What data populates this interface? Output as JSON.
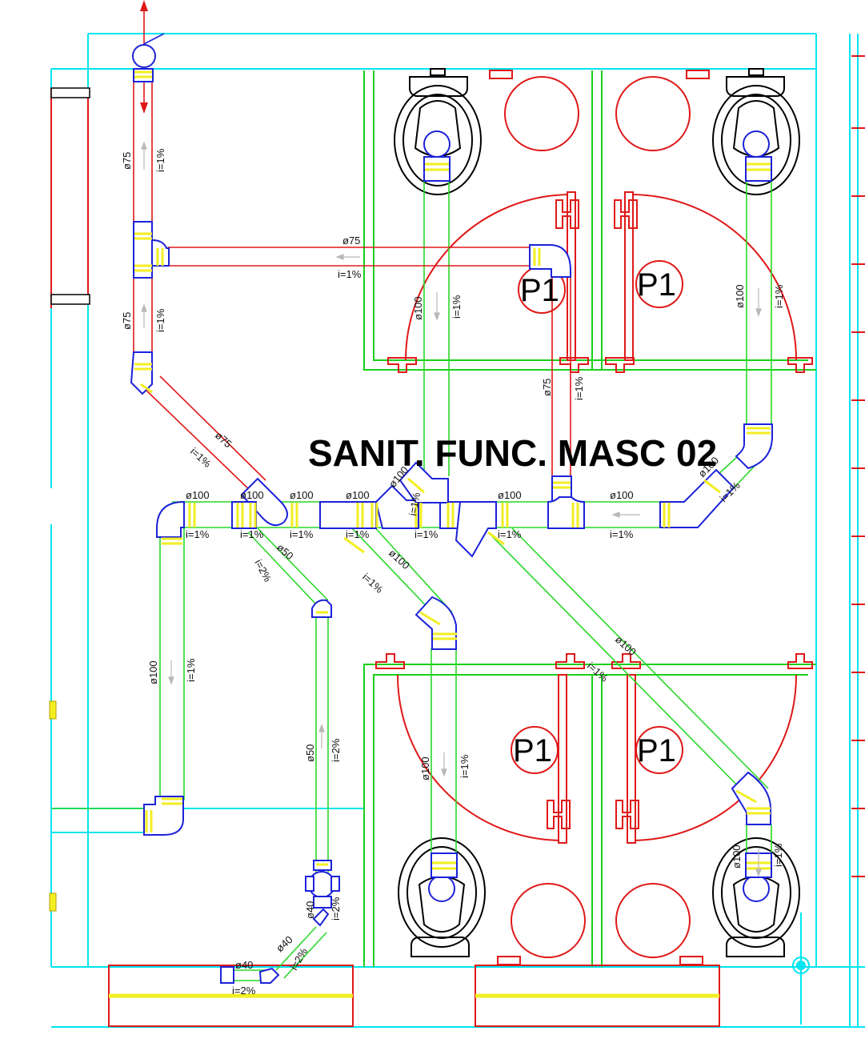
{
  "title": "SANIT. FUNC. MASC 02",
  "door_tag": "P1",
  "colors": {
    "cyan": "#00e5f0",
    "wall_green": "#19d019",
    "pipe_green": "#28d828",
    "pipe_red": "#e01818",
    "fitting_blue": "#1c22d8",
    "fitting_yellow": "#f2ee22",
    "toilet_black": "#000000",
    "arrow_gray": "#b8b8b8"
  },
  "labels": {
    "d75": "ø75",
    "d100": "ø100",
    "d50": "ø50",
    "d40": "ø40",
    "i1": "i=1%",
    "i2": "i=2%"
  }
}
